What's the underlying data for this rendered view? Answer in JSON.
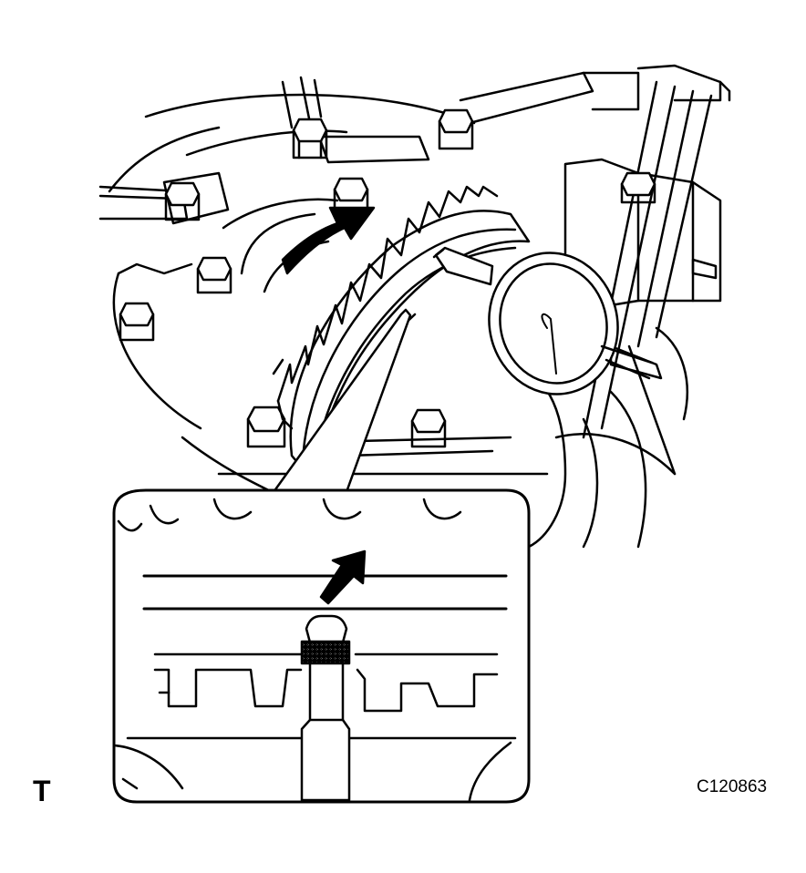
{
  "figure": {
    "corner_mark": "T",
    "figure_code": "C120863"
  },
  "parts": [
    "ring-gear",
    "dial-indicator",
    "dial-indicator-stand",
    "differential-carrier",
    "bearing-cap-bolts",
    "rotation-direction-arrow"
  ],
  "inset": {
    "contents": [
      "gear-tooth-surface",
      "dial-indicator-tip",
      "contact-point-arrow"
    ]
  },
  "colors": {
    "ink": "#000000",
    "paper": "#ffffff",
    "arrow_fill": "#000000"
  }
}
